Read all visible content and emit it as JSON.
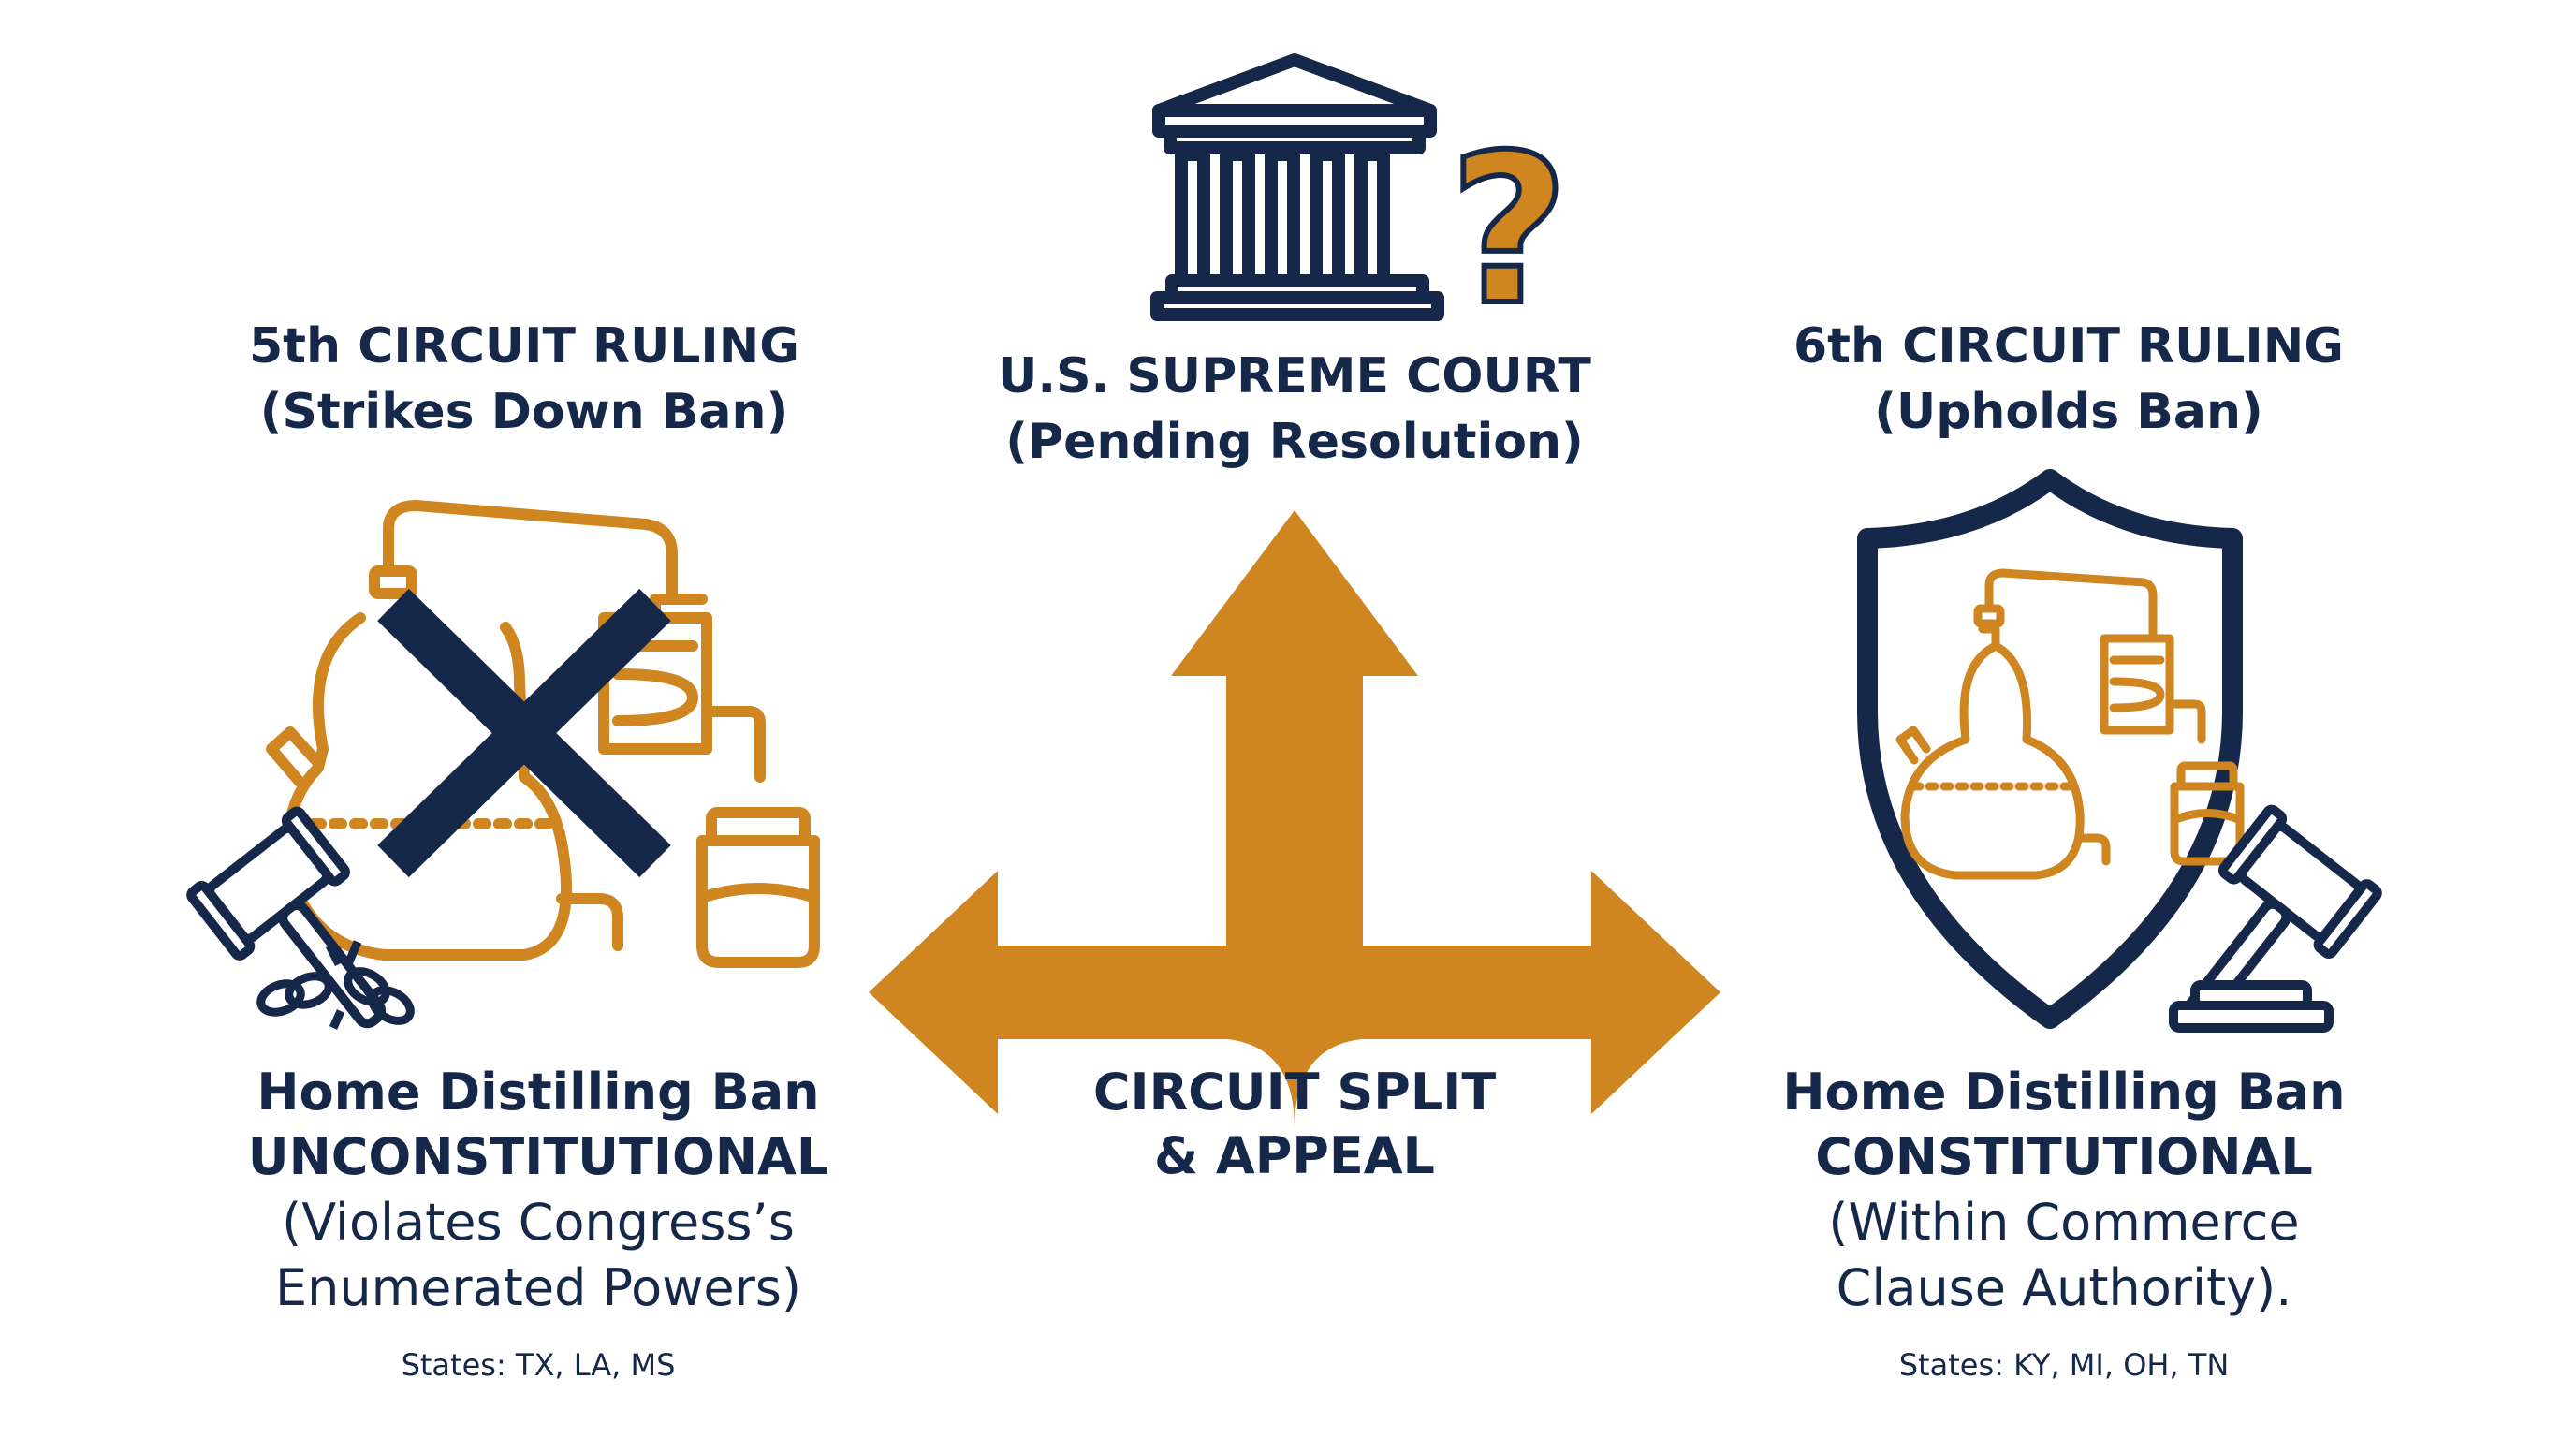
{
  "colors": {
    "navy": "#16284a",
    "gold": "#cf8620"
  },
  "supreme": {
    "title": "U.S. SUPREME COURT",
    "subtitle": "(Pending Resolution)",
    "icons": [
      "courthouse-icon",
      "question-mark-icon"
    ]
  },
  "left": {
    "title": "5th CIRCUIT RULING",
    "subtitle": "(Strikes Down Ban)",
    "holding_line1": "Home Distilling Ban",
    "holding_line2": "UNCONSTITUTIONAL",
    "reason_line1": "(Violates Congress’s",
    "reason_line2": "Enumerated Powers)",
    "states": "States: TX, LA, MS",
    "icons": [
      "still-icon",
      "cross-x-icon",
      "gavel-icon",
      "broken-chain-icon",
      "jar-icon"
    ]
  },
  "right": {
    "title": "6th CIRCUIT RULING",
    "subtitle": "(Upholds Ban)",
    "holding_line1": "Home Distilling Ban",
    "holding_line2": "CONSTITUTIONAL",
    "reason_line1": "(Within Commerce",
    "reason_line2": "Clause Authority).",
    "states": "States: KY, MI, OH, TN",
    "icons": [
      "shield-icon",
      "still-icon",
      "jar-icon",
      "gavel-icon"
    ]
  },
  "center": {
    "line1": "CIRCUIT SPLIT",
    "line2": "& APPEAL",
    "icons": [
      "three-way-arrow-icon"
    ]
  }
}
